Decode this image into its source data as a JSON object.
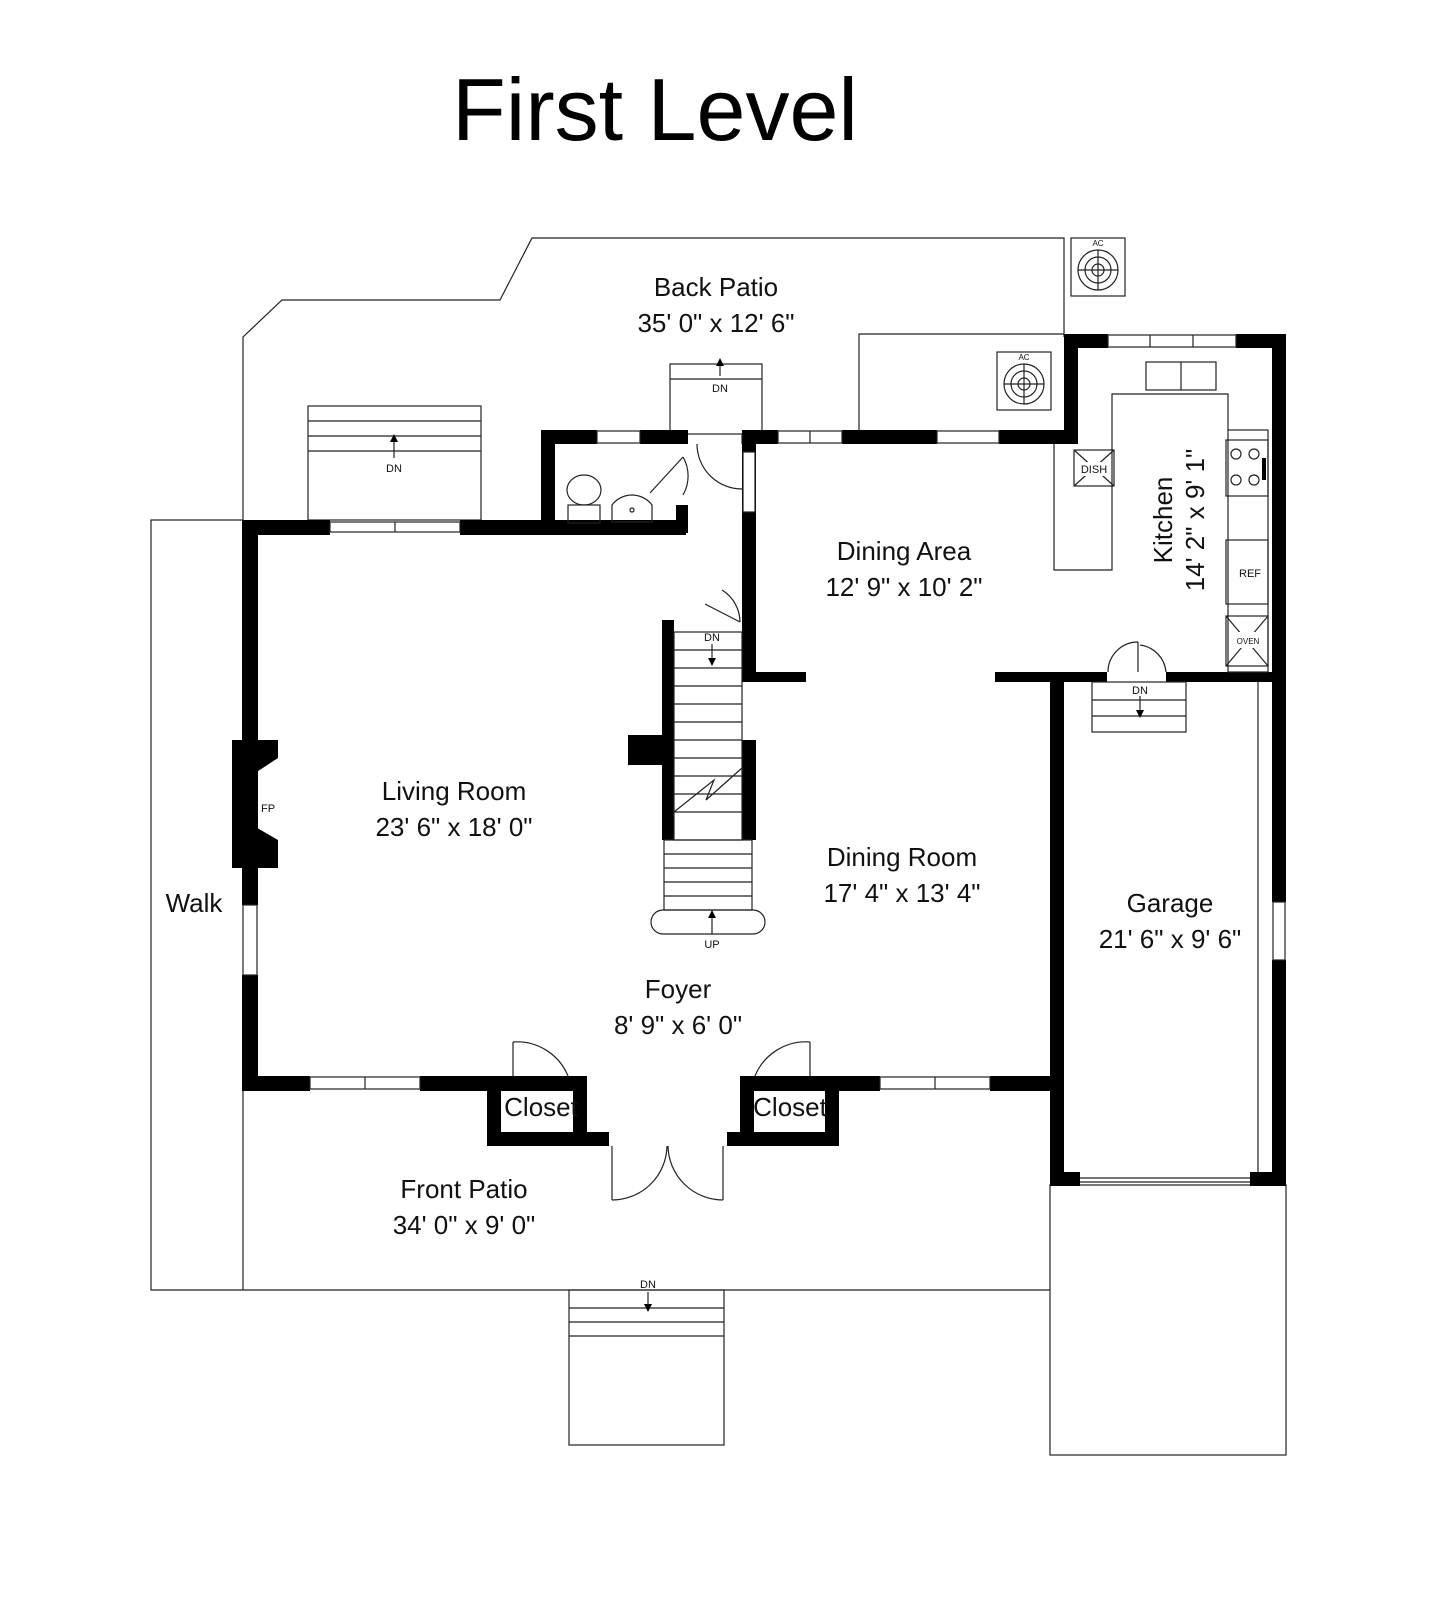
{
  "title": "First Level",
  "rooms": {
    "back_patio": {
      "name": "Back Patio",
      "dim": "35' 0\" x 12' 6\""
    },
    "living_room": {
      "name": "Living Room",
      "dim": "23' 6\" x 18' 0\""
    },
    "dining_area": {
      "name": "Dining Area",
      "dim": "12' 9\" x 10' 2\""
    },
    "kitchen": {
      "name": "Kitchen",
      "dim": "14' 2\" x 9' 1\""
    },
    "dining_room": {
      "name": "Dining Room",
      "dim": "17' 4\" x 13' 4\""
    },
    "garage": {
      "name": "Garage",
      "dim": "21' 6\" x 9' 6\""
    },
    "foyer": {
      "name": "Foyer",
      "dim": "8' 9\" x 6' 0\""
    },
    "front_patio": {
      "name": "Front Patio",
      "dim": "34' 0\" x 9' 0\""
    },
    "walk": {
      "name": "Walk"
    },
    "closet_left": {
      "name": "Closet"
    },
    "closet_right": {
      "name": "Closet"
    }
  },
  "fixtures": {
    "fireplace": "FP",
    "dishwasher": "DISH",
    "refrigerator": "REF",
    "oven": "OVEN",
    "ac": "AC"
  },
  "stairs": {
    "down": "DN",
    "up": "UP"
  }
}
